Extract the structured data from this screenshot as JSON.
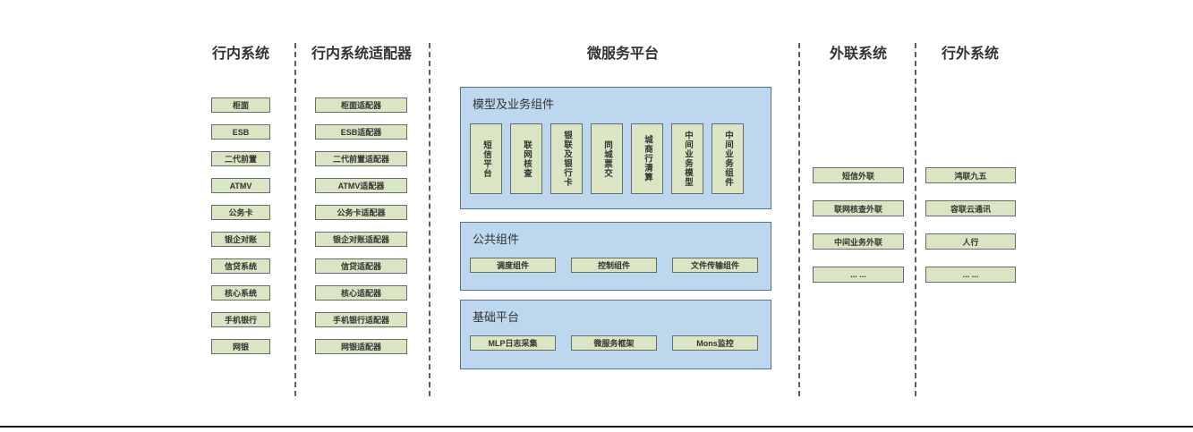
{
  "colors": {
    "green_fill": "#d9e5c3",
    "green_border": "#6a6a6a",
    "blue_fill": "#bdd7ee",
    "blue_border": "#54719e",
    "divider": "#606060",
    "bottom_rule": "#111111",
    "text": "#333333"
  },
  "columns": {
    "internal": {
      "title": "行内系统",
      "items": [
        "柜面",
        "ESB",
        "二代前置",
        "ATMV",
        "公务卡",
        "银企对账",
        "信贷系统",
        "核心系统",
        "手机银行",
        "网银"
      ]
    },
    "adapters": {
      "title": "行内系统适配器",
      "items": [
        "柜面适配器",
        "ESB适配器",
        "二代前置适配器",
        "ATMV适配器",
        "公务卡适配器",
        "银企对账适配器",
        "信贷适配器",
        "核心适配器",
        "手机银行适配器",
        "网银适配器"
      ]
    },
    "platform": {
      "title": "微服务平台",
      "sections": {
        "model": {
          "title": "模型及业务组件",
          "items": [
            "短信平台",
            "联网核查",
            "银联及银行卡",
            "同城票交",
            "城商行清算",
            "中间业务模型",
            "中间业务组件"
          ]
        },
        "common": {
          "title": "公共组件",
          "items": [
            "调度组件",
            "控制组件",
            "文件传输组件"
          ]
        },
        "base": {
          "title": "基础平台",
          "items": [
            "MLP日志采集",
            "微服务框架",
            "Mons监控"
          ]
        }
      }
    },
    "outlink": {
      "title": "外联系统",
      "items": [
        "短信外联",
        "联网核查外联",
        "中间业务外联",
        "... ..."
      ]
    },
    "external": {
      "title": "行外系统",
      "items": [
        "鸿联九五",
        "容联云通讯",
        "人行",
        "... ..."
      ]
    }
  }
}
